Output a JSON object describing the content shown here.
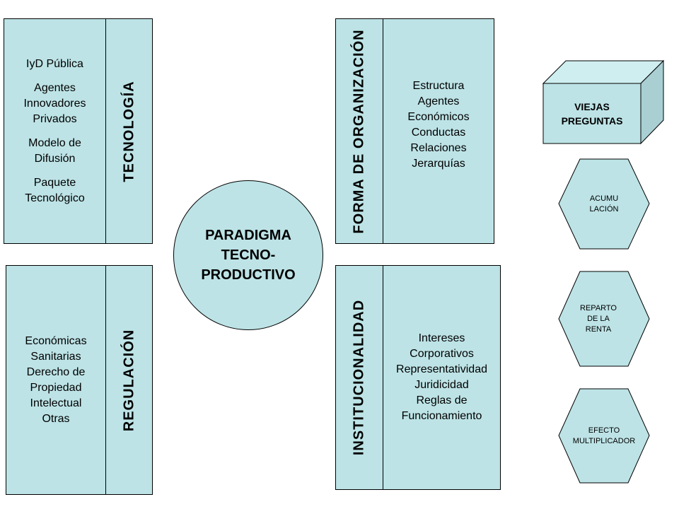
{
  "tecnologia": {
    "label": "TECNOLOGÍA",
    "items": [
      [
        "IyD Pública"
      ],
      [
        "Agentes",
        "Innovadores",
        "Privados"
      ],
      [
        "Modelo de",
        "Difusión"
      ],
      [
        "Paquete",
        "Tecnológico"
      ]
    ]
  },
  "regulacion": {
    "label": "REGULACIÓN",
    "items": [
      "Económicas",
      "Sanitarias",
      "Derecho de",
      "Propiedad",
      "Intelectual",
      "Otras"
    ]
  },
  "forma_organizacion": {
    "label": "FORMA DE ORGANIZACIÓN",
    "items": [
      "Estructura",
      "Agentes",
      "Económicos",
      "Conductas",
      "Relaciones",
      "Jerarquías"
    ]
  },
  "institucionalidad": {
    "label": "INSTITUCIONALIDAD",
    "items": [
      "Intereses",
      "Corporativos",
      "Representatividad",
      "Juridicidad",
      "Reglas de",
      "Funcionamiento"
    ]
  },
  "paradigma": {
    "lines": [
      "PARADIGMA",
      "TECNO-",
      "PRODUCTIVO"
    ]
  },
  "viejas_preguntas": {
    "lines": [
      "VIEJAS",
      "PREGUNTAS"
    ]
  },
  "hexagons": [
    {
      "lines": [
        "ACUMU",
        "LACIÓN"
      ]
    },
    {
      "lines": [
        "REPARTO",
        "DE LA",
        "RENTA"
      ]
    },
    {
      "lines": [
        "EFECTO",
        "MULTIPLICADOR"
      ]
    }
  ],
  "colors": {
    "fill": "#bde3e6",
    "cube_side": "#a9cfd3",
    "cube_top": "#cfeef0",
    "stroke": "#000000"
  }
}
